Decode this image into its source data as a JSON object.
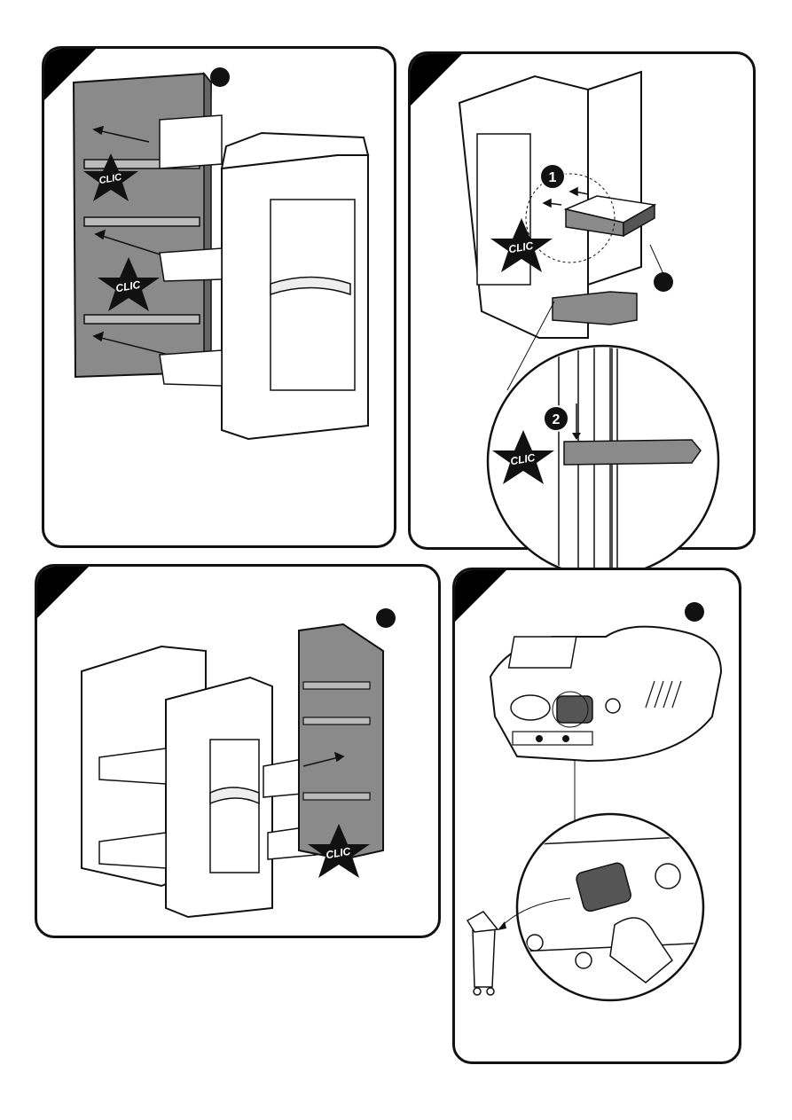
{
  "steps": [
    {
      "stamps": [
        "CLIC",
        "CLIC"
      ]
    },
    {
      "stamps": [
        "CLIC",
        "CLIC"
      ],
      "callouts": [
        "1",
        "2"
      ]
    },
    {
      "stamps": [
        "CLIC"
      ]
    },
    {
      "stamps": []
    }
  ]
}
